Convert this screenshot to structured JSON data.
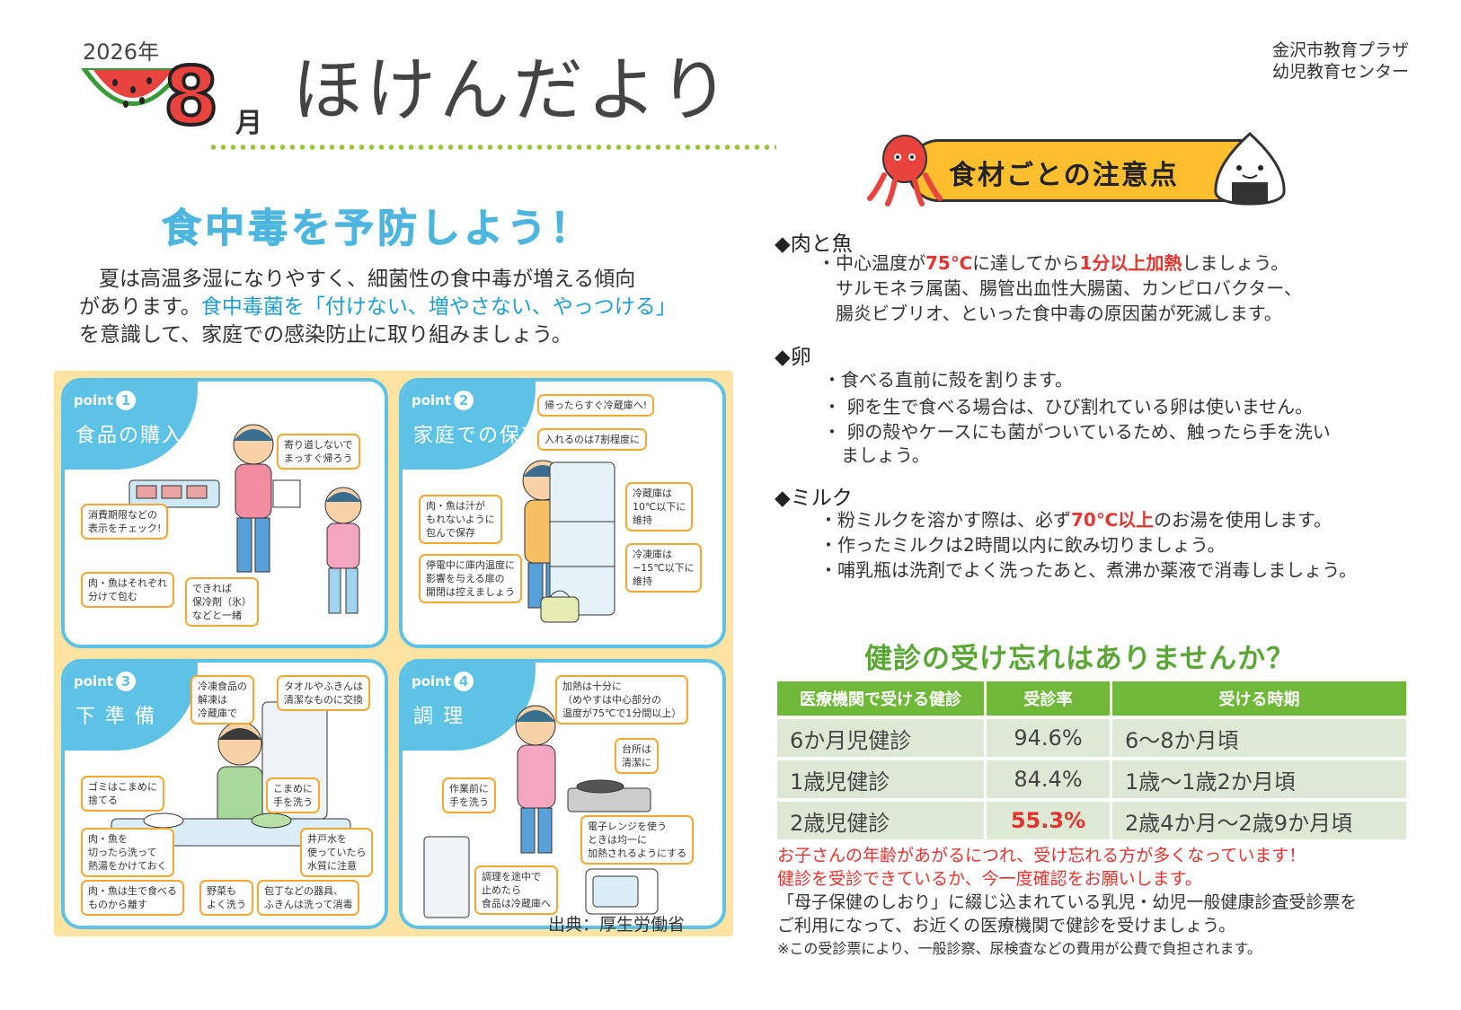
{
  "header": {
    "year": "2026年",
    "month_num": "8",
    "month_kanji": "月",
    "title": "ほけんだより",
    "org_line1": "金沢市教育プラザ",
    "org_line2": "幼児教育センター"
  },
  "left": {
    "lead_title": "食中毒を予防しよう！",
    "intro_1": "夏は高温多湿になりやすく、細菌性の食中毒が増える傾向",
    "intro_2a": "があります。",
    "intro_2b": "食中毒菌を「付けない、増やさない、やっつける」",
    "intro_3": "を意識して、家庭での感染防止に取り組みましょう。",
    "points": [
      {
        "tag": "point",
        "num": "1",
        "name": "食品の購入",
        "notes": [
          "寄り道しないで\nまっすぐ帰ろう",
          "消費期限などの\n表示をチェック!",
          "肉・魚はそれぞれ\n分けて包む",
          "できれば\n保冷剤（氷）\nなどと一緒"
        ]
      },
      {
        "tag": "point",
        "num": "2",
        "name": "家庭での保存",
        "notes": [
          "帰ったらすぐ冷蔵庫へ!",
          "入れるのは7割程度に",
          "肉・魚は汁が\nもれないように\n包んで保存",
          "冷蔵庫は\n10℃以下に\n維持",
          "冷凍庫は\n−15℃以下に\n維持",
          "停電中に庫内温度に\n影響を与える扉の\n開閉は控えましょう"
        ]
      },
      {
        "tag": "point",
        "num": "3",
        "name": "下 準 備",
        "notes": [
          "冷凍食品の\n解凍は\n冷蔵庫で",
          "タオルやふきんは\n清潔なものに交換",
          "ゴミはこまめに\n捨てる",
          "こまめに\n手を洗う",
          "肉・魚を\n切ったら洗って\n熱湯をかけておく",
          "井戸水を\n使っていたら\n水質に注意",
          "肉・魚は生で食べる\nものから離す",
          "野菜も\nよく洗う",
          "包丁などの器具、\nふきんは洗って消毒"
        ]
      },
      {
        "tag": "point",
        "num": "4",
        "name": "調 理",
        "notes": [
          "加熱は十分に\n（めやすは中心部分の\n温度が75℃で1分間以上）",
          "台所は\n清潔に",
          "作業前に\n手を洗う",
          "電子レンジを使う\nときは均一に\n加熱されるようにする",
          "調理を途中で\n止めたら\n食品は冷蔵庫へ"
        ]
      }
    ],
    "source": "出典：厚生労働省"
  },
  "right": {
    "banner": "食材ごとの注意点",
    "meat": {
      "head": "◆肉と魚",
      "l1a": "・中心温度が",
      "l1b": "75℃",
      "l1c": "に達してから",
      "l1d": "1分以上加熱",
      "l1e": "しましょう。",
      "l2": "サルモネラ属菌、腸管出血性大腸菌、カンピロバクター、",
      "l3": "腸炎ビブリオ、といった食中毒の原因菌が死滅します。"
    },
    "egg": {
      "head": "◆卵",
      "l1": "・食べる直前に殻を割ります。",
      "l2": "・ 卵を生で食べる場合は、ひび割れている卵は使いません。",
      "l3": "・ 卵の殻やケースにも菌がついているため、触ったら手を洗い",
      "l4": "ましょう。"
    },
    "milk": {
      "head": "◆ミルク",
      "l1a": "・粉ミルクを溶かす際は、必ず",
      "l1b": "70℃以上",
      "l1c": "のお湯を使用します。",
      "l2": "・作ったミルクは2時間以内に飲み切りましょう。",
      "l3": "・哺乳瓶は洗剤でよく洗ったあと、煮沸か薬液で消毒しましょう。"
    },
    "checkup": {
      "title": "健診の受け忘れはありませんか？",
      "headers": [
        "医療機関で受ける健診",
        "受診率",
        "受ける時期"
      ],
      "rows": [
        {
          "name": "6か月児健診",
          "rate": "94.6%",
          "period": "6～8か月頃"
        },
        {
          "name": "1歳児健診",
          "rate": "84.4%",
          "period": "1歳～1歳2か月頃"
        },
        {
          "name": "2歳児健診",
          "rate": "55.3%",
          "period": "2歳4か月～2歳9か月頃"
        }
      ],
      "warn1": "お子さんの年齢があがるにつれ、受け忘れる方が多くなっています！",
      "warn2": "健診を受診できているか、今一度確認をお願いします。",
      "info1": "「母子保健のしおり」に綴じ込まれている乳児・幼児一般健康診査受診票を",
      "info2": "ご利用になって、お近くの医療機関で健診を受けましょう。",
      "footnote": "※この受診票により、一般診察、尿検査などの費用が公費で負担されます。"
    }
  },
  "colors": {
    "accent_blue": "#4eb6de",
    "panel_blue": "#5ec2e6",
    "green": "#6fb83a",
    "red": "#e3342f",
    "banner_yellow": "#fdbf2d"
  }
}
